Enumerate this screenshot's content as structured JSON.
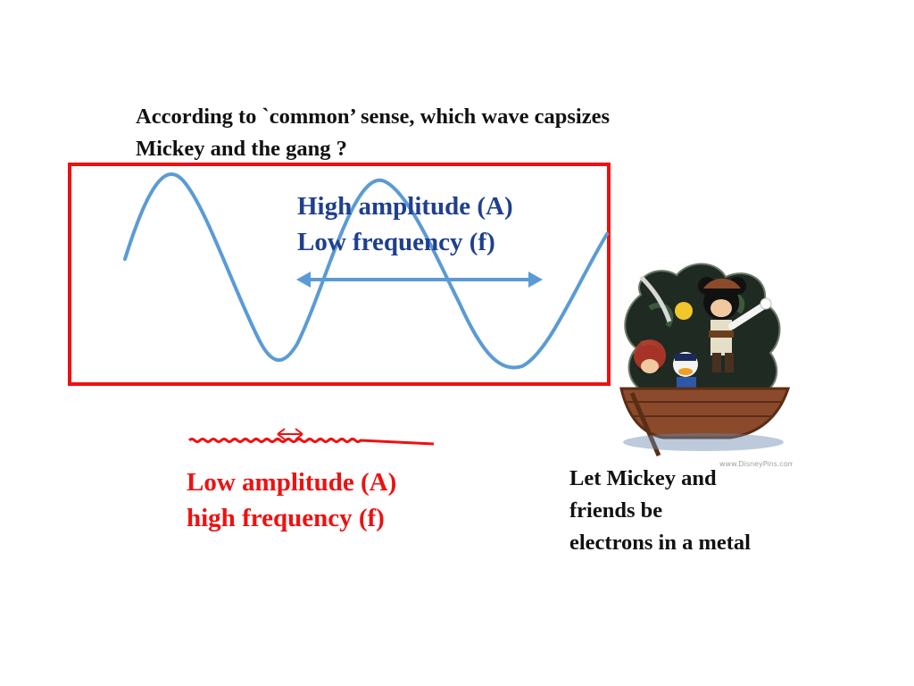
{
  "question": {
    "line1": "According to `common’ sense, which wave capsizes",
    "line2": "Mickey and the gang ?"
  },
  "high_wave": {
    "line1": "High amplitude (A)",
    "line2": "Low frequency (f)",
    "color": "#1f3f8f",
    "wave_color": "#5b9bd5"
  },
  "low_wave": {
    "line1": "Low amplitude (A)",
    "line2": "high frequency (f)",
    "color": "#ee1111"
  },
  "caption": {
    "line1": "Let Mickey and",
    "line2": "friends be",
    "line3": "electrons in a metal"
  },
  "image": {
    "description_icon": "mickey-pirate-boat-pin",
    "watermark": "www.DisneyPins.com"
  }
}
